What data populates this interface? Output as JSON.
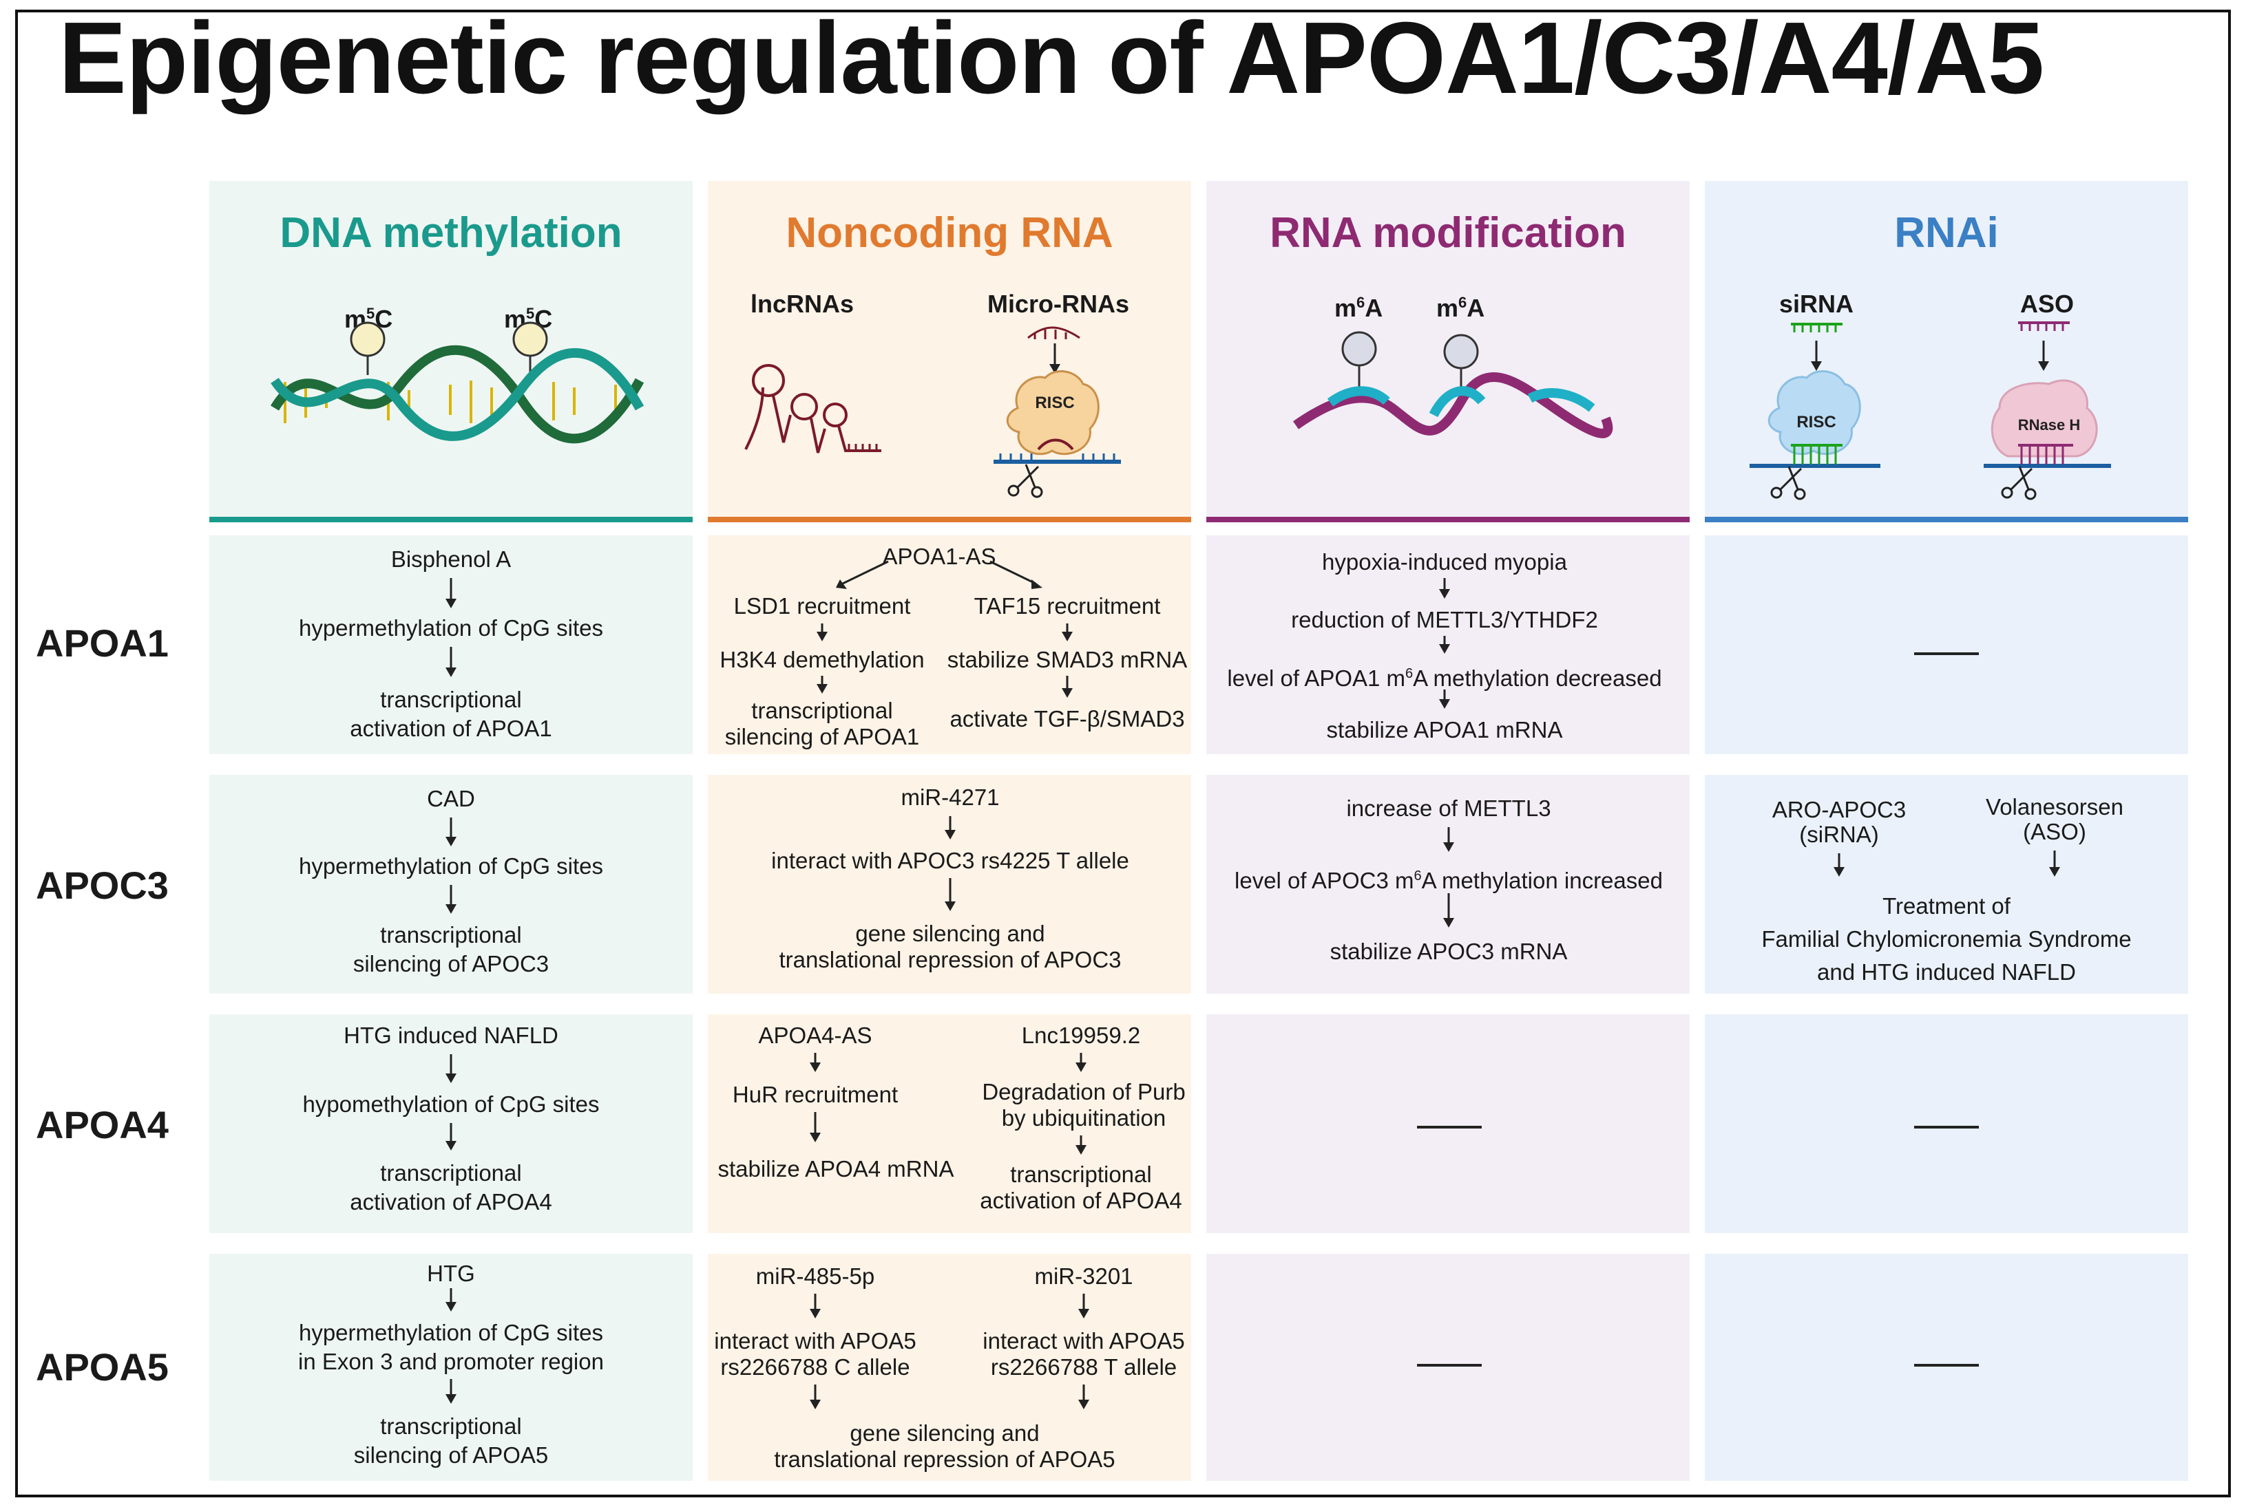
{
  "title": "Epigenetic regulation of APOA1/C3/A4/A5",
  "colors": {
    "dna": "#1a9a8c",
    "dna_bg": "#eef6f3",
    "ncrna": "#e07a2e",
    "ncrna_bg": "#fdf3e7",
    "rnamod": "#8e2a72",
    "rnamod_bg": "#f3eef6",
    "rnai": "#3b7fc4",
    "rnai_bg": "#eaf1fa"
  },
  "columns": [
    {
      "title": "DNA methylation",
      "labels": [
        "m5C",
        "m5C"
      ]
    },
    {
      "title": "Noncoding RNA",
      "labels": [
        "lncRNAs",
        "Micro-RNAs"
      ],
      "icon_text": "RISC"
    },
    {
      "title": "RNA modification",
      "labels": [
        "m6A",
        "m6A"
      ]
    },
    {
      "title": "RNAi",
      "labels": [
        "siRNA",
        "ASO"
      ],
      "icon_text": [
        "RISC",
        "RNase H"
      ]
    }
  ],
  "rows": [
    {
      "label": "APOA1",
      "dna": [
        "Bisphenol A",
        "hypermethylation of CpG sites",
        "transcriptional",
        "activation of APOA1"
      ],
      "ncrna": {
        "top": "APOA1-AS",
        "left": [
          "LSD1 recruitment",
          "H3K4 demethylation",
          "transcriptional",
          "silencing of APOA1"
        ],
        "right": [
          "TAF15 recruitment",
          "stabilize SMAD3 mRNA",
          "activate TGF-β/SMAD3"
        ]
      },
      "rnamod": [
        "hypoxia-induced myopia",
        "reduction of METTL3/YTHDF2",
        "level of APOA1 m6A methylation decreased",
        "stabilize APOA1 mRNA"
      ],
      "rnai": "—"
    },
    {
      "label": "APOC3",
      "dna": [
        "CAD",
        "hypermethylation of CpG sites",
        "transcriptional",
        "silencing of APOC3"
      ],
      "ncrna": [
        "miR-4271",
        "interact with APOC3 rs4225  T allele",
        "gene silencing and",
        "translational repression of APOC3"
      ],
      "rnamod": [
        "increase of METTL3",
        "level of APOC3 m6A methylation increased",
        "stabilize APOC3 mRNA"
      ],
      "rnai": {
        "left": [
          "ARO-APOC3",
          "(siRNA)"
        ],
        "right": [
          "Volanesorsen",
          "(ASO)"
        ],
        "bottom": [
          "Treatment of",
          "Familial Chylomicronemia Syndrome",
          "and HTG induced NAFLD"
        ]
      }
    },
    {
      "label": "APOA4",
      "dna": [
        "HTG induced NAFLD",
        "hypomethylation of CpG sites",
        "transcriptional",
        "activation of APOA4"
      ],
      "ncrna": {
        "left": [
          "APOA4-AS",
          "HuR recruitment",
          "stabilize APOA4 mRNA"
        ],
        "right": [
          "Lnc19959.2",
          "Degradation of Purb",
          "by ubiquitination",
          "transcriptional",
          "activation of APOA4"
        ]
      },
      "rnamod": "—",
      "rnai": "—"
    },
    {
      "label": "APOA5",
      "dna": [
        "HTG",
        "hypermethylation of CpG sites",
        "in Exon 3 and promoter region",
        "transcriptional",
        "silencing of APOA5"
      ],
      "ncrna": {
        "left": [
          "miR-485-5p",
          "interact with APOA5",
          "rs2266788 C allele"
        ],
        "right": [
          "miR-3201",
          "interact with APOA5",
          "rs2266788 T allele"
        ],
        "bottom": [
          "gene silencing and",
          "translational repression of APOA5"
        ]
      },
      "rnamod": "—",
      "rnai": "—"
    }
  ]
}
